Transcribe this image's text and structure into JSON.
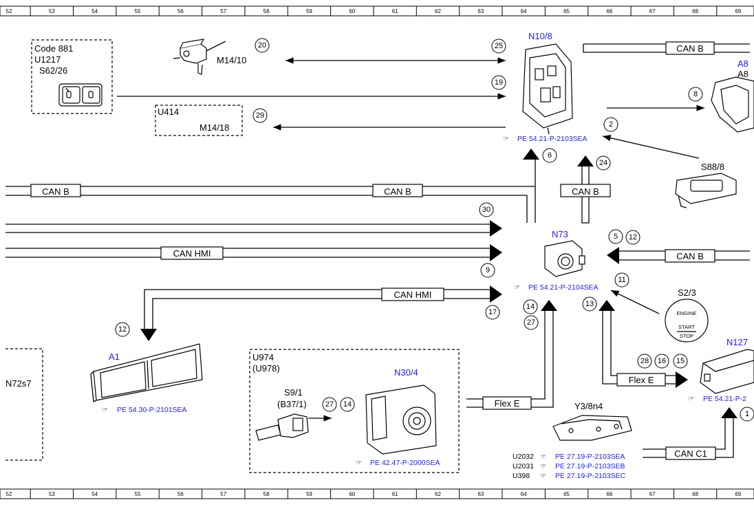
{
  "ruler": {
    "top": [
      "52",
      "53",
      "54",
      "55",
      "56",
      "57",
      "58",
      "59",
      "60",
      "61",
      "62",
      "63",
      "64",
      "65",
      "66",
      "67",
      "68",
      "69"
    ],
    "bottom": [
      "52",
      "53",
      "54",
      "55",
      "56",
      "57",
      "58",
      "59",
      "60",
      "61",
      "62",
      "63",
      "64",
      "65",
      "66",
      "67",
      "68",
      "69"
    ]
  },
  "components": {
    "code881": {
      "line1": "Code 881",
      "line2": "U1217",
      "name": "S62/26"
    },
    "m14_10": {
      "name": "M14/10"
    },
    "u414": {
      "code": "U414",
      "name": "M14/18"
    },
    "n10_8": {
      "name": "N10/8",
      "ref": "PE 54.21-P-2103SEA"
    },
    "a8": {
      "name_blue": "A8",
      "name_black": "A8"
    },
    "s88_8": {
      "name": "S88/8"
    },
    "n73": {
      "name": "N73",
      "ref": "PE 54.21-P-2104SEA"
    },
    "s2_3": {
      "name": "S2/3",
      "btn1": "ENGINE",
      "btn2": "START",
      "btn3": "STOP"
    },
    "a1": {
      "name": "A1",
      "ref": "PE 54.30-P-2101SEA"
    },
    "n72s7": {
      "name": "N72s7"
    },
    "u974": {
      "code1": "U974",
      "code2": "(U978)",
      "s9_1": "S9/1",
      "b37_1": "(B37/1)"
    },
    "n30_4": {
      "name": "N30/4",
      "ref": "PE 42.47-P-2000SEA"
    },
    "y3_8n4": {
      "name": "Y3/8n4",
      "rows": [
        {
          "code": "U2032",
          "ref": "PE 27.19-P-2103SEA"
        },
        {
          "code": "U2031",
          "ref": "PE 27.19-P-2103SEB"
        },
        {
          "code": "U398",
          "ref": "PE 27.19-P-2103SEC"
        }
      ]
    },
    "n127": {
      "name": "N127",
      "ref": "PE 54.21-P-2"
    }
  },
  "bus_labels": {
    "can_b_left": "CAN B",
    "can_b_mid": "CAN B",
    "can_b_up": "CAN B",
    "can_b_topright": "CAN B",
    "can_b_n73": "CAN B",
    "can_hmi_1": "CAN HMI",
    "can_hmi_2": "CAN HMI",
    "flex_e_1": "Flex E",
    "flex_e_2": "Flex E",
    "can_c1": "CAN C1"
  },
  "signal_numbers": {
    "n20": "20",
    "n25": "25",
    "n19": "19",
    "n29": "29",
    "n8": "8",
    "n2": "2",
    "n6": "6",
    "n24": "24",
    "n30": "30",
    "n5": "5",
    "n12a": "12",
    "n9": "9",
    "n11": "11",
    "n14a": "14",
    "n27a": "27",
    "n13": "13",
    "n17": "17",
    "n12b": "12",
    "n28": "28",
    "n16": "16",
    "n15": "15",
    "n27b": "27",
    "n14b": "14",
    "n1": "1"
  },
  "colors": {
    "link_blue": "#1a1aff",
    "line": "#000000"
  }
}
